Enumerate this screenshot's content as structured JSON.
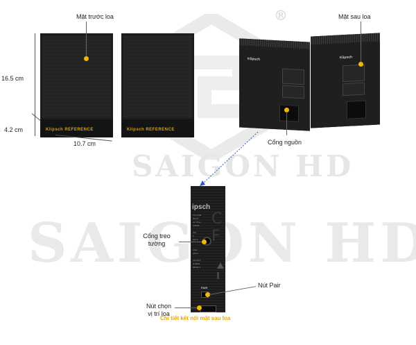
{
  "watermark": {
    "brand_small": "SAIGON HD",
    "brand_large": "SAIGON HD",
    "registered_mark": "®"
  },
  "front": {
    "label": "Mặt trước loa",
    "brand": "Klipsch REFERENCE",
    "dim_height": "16.5 cm",
    "dim_depth": "4.2 cm",
    "dim_width": "10.7 cm"
  },
  "back": {
    "label": "Mặt sau loa",
    "brand": "Klipsch",
    "power_label": "Cổng nguồn"
  },
  "detail": {
    "wall_mount_label": "Cổng treo tường",
    "pair_label": "Nút Pair",
    "position_label": "Nút chọn vị trí loa",
    "caption": "Chi tiết kết nối mặt sau loa",
    "panel_brand": "ipsch",
    "pair_text": "PAIR"
  },
  "colors": {
    "accent": "#f2b705",
    "caption": "#e8a800",
    "arrow": "#3355cc"
  }
}
